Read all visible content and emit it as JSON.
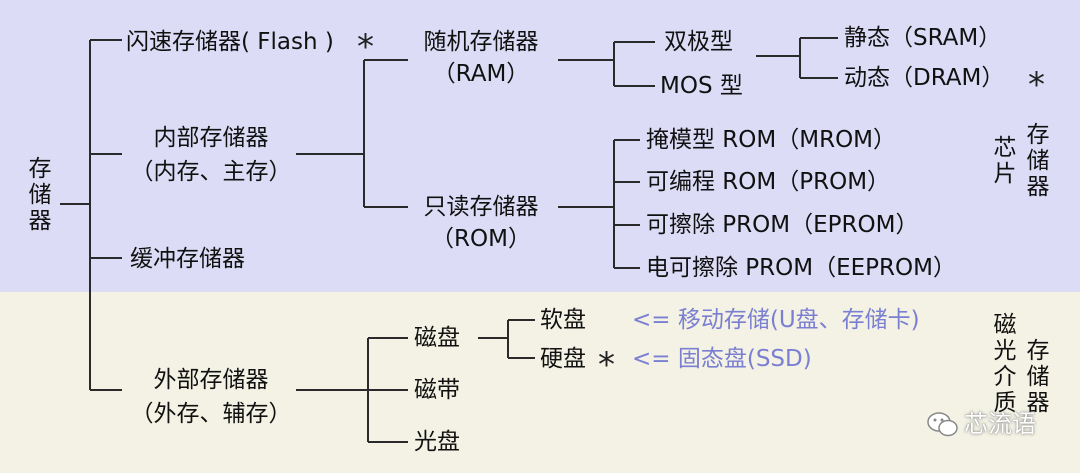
{
  "root": "存储器",
  "flash": "闪速存储器( Flash )",
  "internal": {
    "line1": "内部存储器",
    "line2": "（内存、主存）"
  },
  "buffer": "缓冲存储器",
  "external": {
    "line1": "外部存储器",
    "line2": "（外存、辅存）"
  },
  "ram": {
    "line1": "随机存储器",
    "line2": "（RAM）"
  },
  "rom": {
    "line1": "只读存储器",
    "line2": "（ROM）"
  },
  "bipolar": "双极型",
  "mos": "MOS 型",
  "sram": "静态（SRAM）",
  "dram": "动态（DRAM）",
  "mrom": "掩模型 ROM（MROM）",
  "prom": "可编程 ROM（PROM）",
  "eprom": "可擦除 PROM（EPROM）",
  "eeprom": "电可擦除 PROM（EEPROM）",
  "chip_storage": {
    "col1": "芯片",
    "col2": "存储器"
  },
  "magnetic_disk": "磁盘",
  "magnetic_tape": "磁带",
  "optical_disk": "光盘",
  "floppy": "软盘",
  "hard_disk": "硬盘",
  "note_mobile": "<= 移动存储(U盘、存储卡)",
  "note_ssd": "<= 固态盘(SSD)",
  "media_storage": {
    "col1": "磁光介质",
    "col2": "存储器"
  },
  "star": "*",
  "watermark": "芯流语",
  "colors": {
    "top_band": "#dcdcf6",
    "bottom_band": "#f3f2e4",
    "note_text": "#7b7fd2"
  }
}
